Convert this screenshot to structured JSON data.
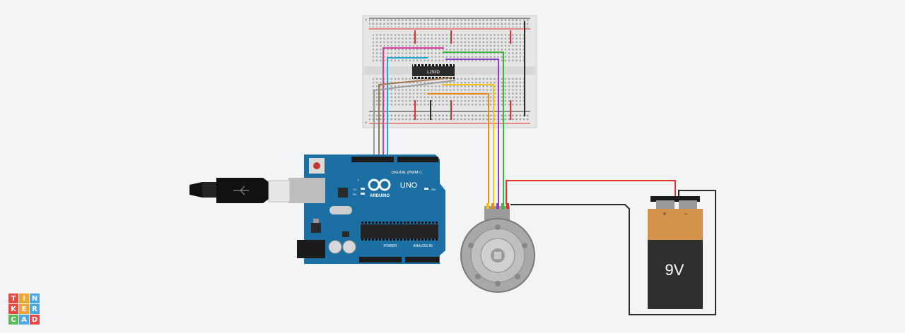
{
  "app": {
    "name": "Tinkercad",
    "logo_letters": [
      "T",
      "I",
      "N",
      "K",
      "E",
      "R",
      "C",
      "A",
      "D"
    ],
    "logo_colors": [
      "#e94a3f",
      "#f4a52d",
      "#48a9e6",
      "#e94a3f",
      "#f4a52d",
      "#48a9e6",
      "#5cb85c",
      "#48a9e6",
      "#e94a3f"
    ]
  },
  "breadboard": {
    "ic_label": "L293D",
    "rail_plus": "+",
    "rail_minus": "-"
  },
  "arduino": {
    "brand": "ARDUINO",
    "model": "UNO",
    "digital_header_label": "DIGITAL (PWM~)",
    "power_label": "POWER",
    "analog_label": "ANALOG IN",
    "on_label": "ON",
    "tx_label": "TX",
    "rx_label": "RX",
    "l_label": "L"
  },
  "battery": {
    "voltage_label": "9V",
    "plus": "+",
    "minus": "−"
  },
  "colors": {
    "board_blue": "#1c6fa3",
    "breadboard": "#e6e6e6",
    "wire_red": "#e0302a",
    "wire_black": "#2b2b2b",
    "wire_pink": "#d63aa6",
    "wire_purple": "#8a3fc4",
    "wire_green": "#3ab43a",
    "wire_cyan": "#22a6d6",
    "wire_yellow": "#f2c41a",
    "wire_orange": "#e58a1b",
    "wire_gray": "#9b9b9b",
    "wire_brown": "#a07850",
    "battery_copper": "#d4924a",
    "battery_black": "#2f2f2f"
  }
}
